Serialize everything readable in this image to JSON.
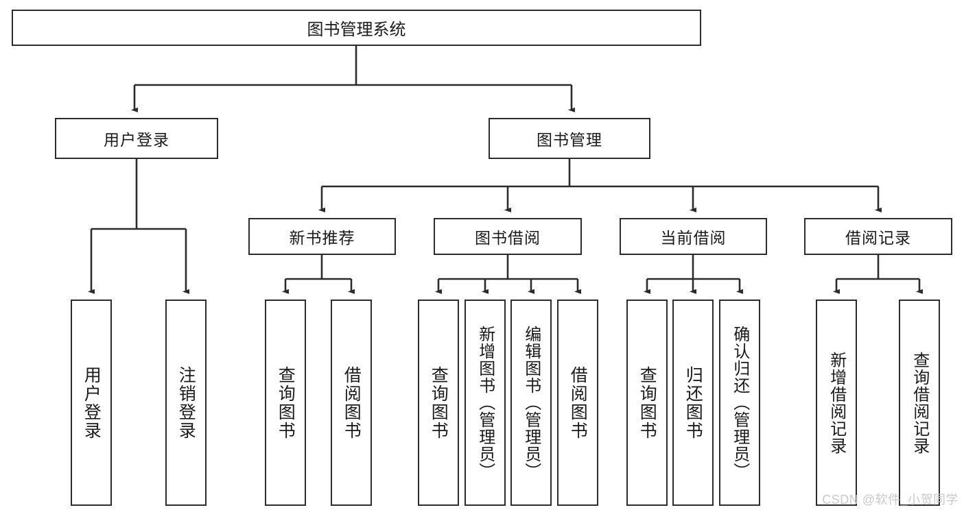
{
  "diagram": {
    "title": "图书管理系统",
    "type": "hierarchy-tree",
    "root": {
      "label": "图书管理系统"
    },
    "level2": [
      {
        "label": "用户登录"
      },
      {
        "label": "图书管理"
      }
    ],
    "level3": [
      {
        "label": "新书推荐"
      },
      {
        "label": "图书借阅"
      },
      {
        "label": "当前借阅"
      },
      {
        "label": "借阅记录"
      }
    ],
    "leaves": [
      {
        "label": "用户登录",
        "parent": "用户登录"
      },
      {
        "label": "注销登录",
        "parent": "用户登录"
      },
      {
        "label": "查询图书",
        "parent": "新书推荐"
      },
      {
        "label": "借阅图书",
        "parent": "新书推荐"
      },
      {
        "label": "查询图书",
        "parent": "图书借阅"
      },
      {
        "label": "新增图书（管理员）",
        "parent": "图书借阅"
      },
      {
        "label": "编辑图书（管理员）",
        "parent": "图书借阅"
      },
      {
        "label": "借阅图书",
        "parent": "图书借阅"
      },
      {
        "label": "查询图书",
        "parent": "当前借阅"
      },
      {
        "label": "归还图书",
        "parent": "当前借阅"
      },
      {
        "label": "确认归还（管理员）",
        "parent": "当前借阅"
      },
      {
        "label": "新增借阅记录",
        "parent": "借阅记录"
      },
      {
        "label": "查询借阅记录",
        "parent": "借阅记录"
      }
    ],
    "watermark": "CSDN @软件_小贺同学",
    "colors": {
      "stroke": "#2b2b2b",
      "fill": "#ffffff",
      "text": "#1a1a1a",
      "watermark": "#c9c9c9"
    }
  }
}
